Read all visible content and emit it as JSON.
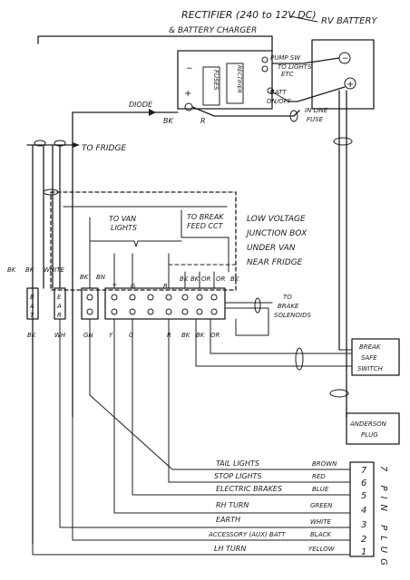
{
  "title": {
    "line1": "RECTIFIER (240 to 12V DC)",
    "line2": "& BATTERY CHARGER",
    "battery": "RV BATTERY"
  },
  "charger": {
    "fuses": "FUSES",
    "rectifier": "RECTIFIER",
    "pump_sw": "PUMP SW",
    "to_lights": "TO LIGHTS",
    "to_lights_sub": "ETC",
    "plus": "+",
    "minus": "−"
  },
  "battery": {
    "plus": "+",
    "minus": "−"
  },
  "labels": {
    "diode": "DIODE",
    "bk": "BK",
    "r": "R",
    "batt_on_off": "BATT",
    "batt_on_off2": "ON/OFF",
    "in_line": "IN LINE",
    "fuse": "FUSE",
    "to_fridge": "TO FRIDGE",
    "to_van_lights_1": "TO VAN",
    "to_van_lights_2": "LIGHTS",
    "to_break_1": "TO BREAK",
    "to_break_2": "FEED CCT",
    "junction_1": "LOW VOLTAGE",
    "junction_2": "JUNCTION BOX",
    "junction_3": "UNDER VAN",
    "junction_4": "NEAR FRIDGE",
    "to_brake_solenoids_1": "TO",
    "to_brake_solenoids_2": "BRAKE",
    "to_brake_solenoids_3": "SOLENOIDS",
    "breakaway_1": "BREAK",
    "breakaway_2": "SAFE",
    "breakaway_3": "SWITCH",
    "anderson_1": "ANDERSON",
    "anderson_2": "PLUG",
    "plug_vertical": "7 PIN PLUG"
  },
  "top_row_labels": [
    "BK",
    "BK",
    "WHITE",
    "BK",
    "BN",
    "Y",
    "G",
    "R",
    "BK",
    "BK",
    "OR",
    "OR",
    "BK"
  ],
  "bottom_row_labels": [
    "BK",
    "WH",
    "GN",
    "Y",
    "G",
    "R",
    "BK",
    "BK",
    "OR"
  ],
  "fuse_block_labels": [
    "B",
    "A",
    "T",
    "E",
    "A",
    "R"
  ],
  "plug_rows": [
    {
      "name": "TAIL LIGHTS",
      "color": "BROWN",
      "pin": "7"
    },
    {
      "name": "STOP LIGHTS",
      "color": "RED",
      "pin": "6"
    },
    {
      "name": "ELECTRIC BRAKES",
      "color": "BLUE",
      "pin": "5"
    },
    {
      "name": "RH TURN",
      "color": "GREEN",
      "pin": "4"
    },
    {
      "name": "EARTH",
      "color": "WHITE",
      "pin": "3"
    },
    {
      "name": "ACCESSORY (AUX) BATT",
      "color": "BLACK",
      "pin": "2"
    },
    {
      "name": "LH TURN",
      "color": "YELLOW",
      "pin": "1"
    }
  ]
}
